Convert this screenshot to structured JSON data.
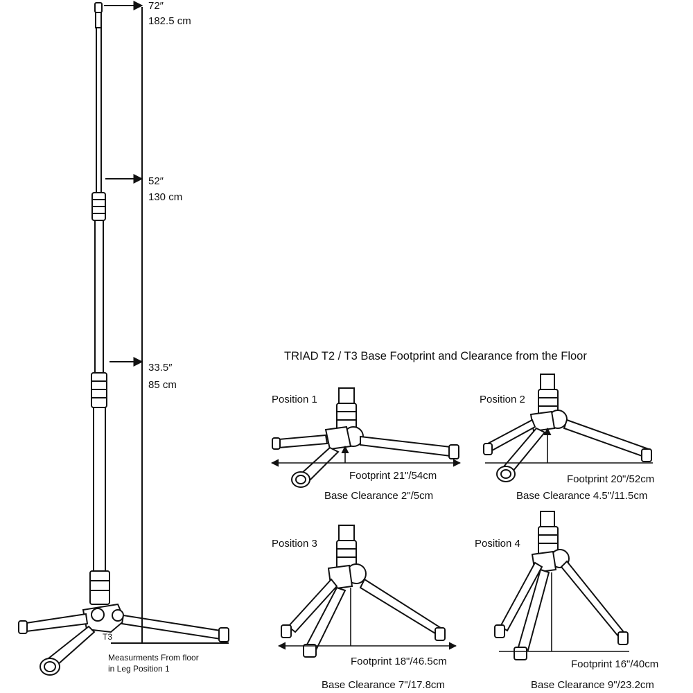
{
  "stand": {
    "model_label": "T3",
    "note_line1": "Measurments From floor",
    "note_line2": "in Leg Position 1",
    "heights": [
      {
        "imperial": "72″",
        "metric": "182.5 cm"
      },
      {
        "imperial": "52″",
        "metric": "130 cm"
      },
      {
        "imperial": "33.5″",
        "metric": "85 cm"
      }
    ]
  },
  "panel": {
    "title": "TRIAD T2 / T3 Base Footprint and Clearance from the Floor",
    "positions": [
      {
        "name": "Position 1",
        "footprint": "Footprint 21\"/54cm",
        "clearance": "Base Clearance 2\"/5cm"
      },
      {
        "name": "Position 2",
        "footprint": "Footprint 20\"/52cm",
        "clearance": "Base Clearance 4.5\"/11.5cm"
      },
      {
        "name": "Position 3",
        "footprint": "Footprint 18\"/46.5cm",
        "clearance": "Base Clearance 7\"/17.8cm"
      },
      {
        "name": "Position 4",
        "footprint": "Footprint 16\"/40cm",
        "clearance": "Base Clearance 9\"/23.2cm"
      }
    ]
  },
  "colors": {
    "line": "#111111",
    "background": "#ffffff"
  }
}
